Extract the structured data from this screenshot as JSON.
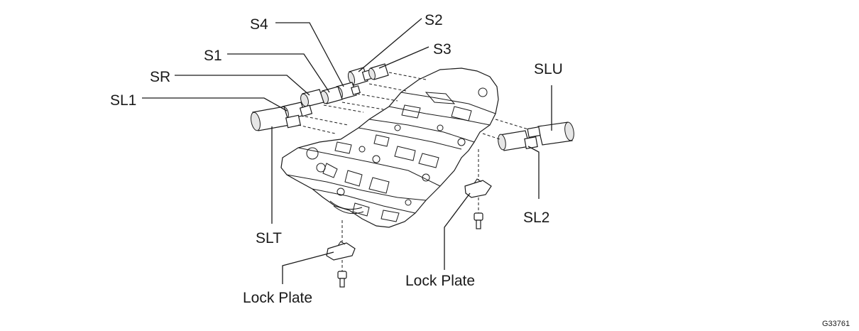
{
  "labels": {
    "s4": "S4",
    "s2": "S2",
    "s3": "S3",
    "s1": "S1",
    "sr": "SR",
    "sl1": "SL1",
    "slu": "SLU",
    "sl2": "SL2",
    "slt": "SLT",
    "lock_plate_left": "Lock Plate",
    "lock_plate_right": "Lock Plate"
  },
  "figure_code": "G33761"
}
